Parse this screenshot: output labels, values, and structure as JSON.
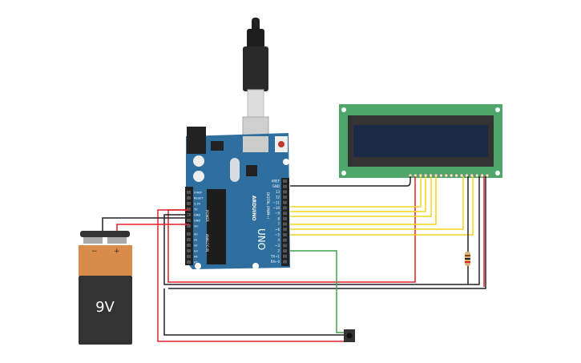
{
  "colors": {
    "board": "#2f6f9f",
    "lcd_pcb": "#4ea66a",
    "lcd_screen": "#1c2a48",
    "battery_top": "#d98c4a",
    "battery_body": "#333333",
    "wire_red": "#e3202a",
    "wire_black": "#222222",
    "wire_yellow": "#f2d21b",
    "wire_green": "#3aa44a"
  },
  "arduino": {
    "brand": "ARDUINO",
    "model": "UNO",
    "power_label": "POWER",
    "analog_label": "ANALOG IN",
    "digital_label": "DIGITAL (PWM~)",
    "power_pins": [
      "IOREF",
      "RESET",
      "3.3V",
      "5V",
      "GND",
      "GND",
      "Vin"
    ],
    "analog_pins": [
      "A0",
      "A1",
      "A2",
      "A3",
      "A4",
      "A5"
    ],
    "digital_pins": [
      "AREF",
      "GND",
      "13",
      "12",
      "~11",
      "~10",
      "~9",
      "8",
      "7",
      "~6",
      "~5",
      "4",
      "~3",
      "2",
      "TX→1",
      "RX←0"
    ]
  },
  "battery": {
    "label": "9V",
    "minus": "−",
    "plus": "+"
  },
  "components": {
    "lcd": "lcd-16x2",
    "button": "pushbutton",
    "resistor": "resistor",
    "cable": "usb-cable"
  }
}
